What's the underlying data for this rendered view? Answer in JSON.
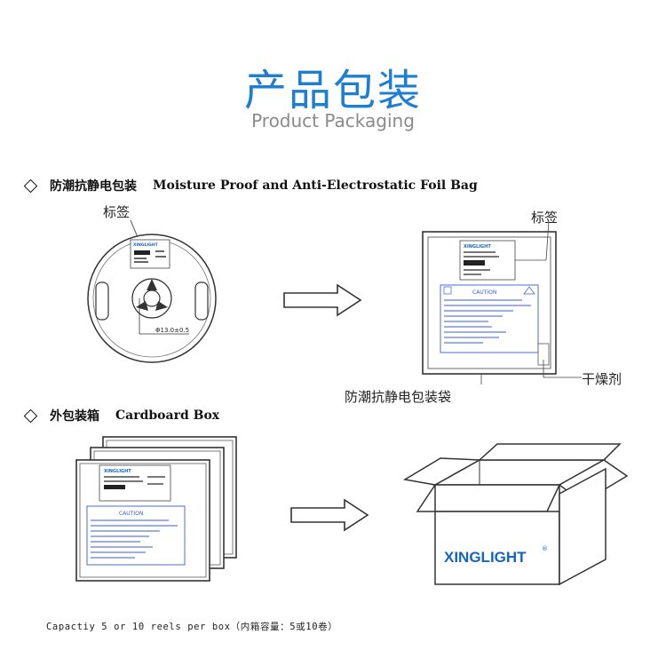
{
  "header": {
    "title_cn": "产品包装",
    "title_en": "Product Packaging"
  },
  "section1": {
    "heading_cn": "防潮抗静电包装",
    "heading_en": "Moisture Proof and Anti-Electrostatic Foil Bag",
    "label_reel": "标签",
    "label_bag": "标签",
    "label_desiccant": "干燥剂",
    "label_foil_bag": "防潮抗静电包装袋",
    "reel_dimension": "Φ13.0±0.5",
    "reel_label_brand": "XINGLIGHT",
    "bag_label_brand": "XINGLIGHT",
    "bag_caution_title": "CAUTION"
  },
  "section2": {
    "heading_cn": "外包装箱",
    "heading_en": "Cardboard Box",
    "box_brand": "XINGLIGHT",
    "box_brand_mark": "®",
    "stack_label_brand": "XINGLIGHT",
    "stack_caution_title": "CAUTION",
    "capacity_note": "Capactiy 5 or 10 reels per box（内箱容量：5或10卷）"
  },
  "colors": {
    "title_blue": "#1e7fd1",
    "caution_blue": "#3a5bd8",
    "brand_blue": "#1565c0"
  }
}
